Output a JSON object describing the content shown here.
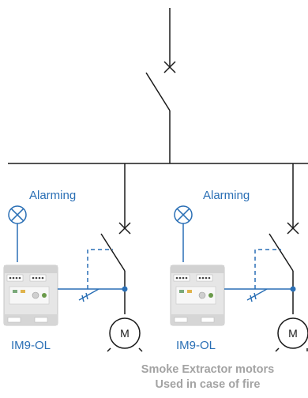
{
  "left_branch": {
    "alarm_label": "Alarming",
    "device_label": "IM9-OL",
    "motor_label": "M"
  },
  "right_branch": {
    "alarm_label": "Alarming",
    "device_label": "IM9-OL",
    "motor_label": "M"
  },
  "caption": {
    "line1": "Smoke Extractor motors",
    "line2": "Used in case of fire"
  },
  "colors": {
    "power_line": "#1a1a1a",
    "control_line": "#2a6fb5",
    "caption": "#a3a3a3",
    "device_body": "#e6e6e6"
  }
}
